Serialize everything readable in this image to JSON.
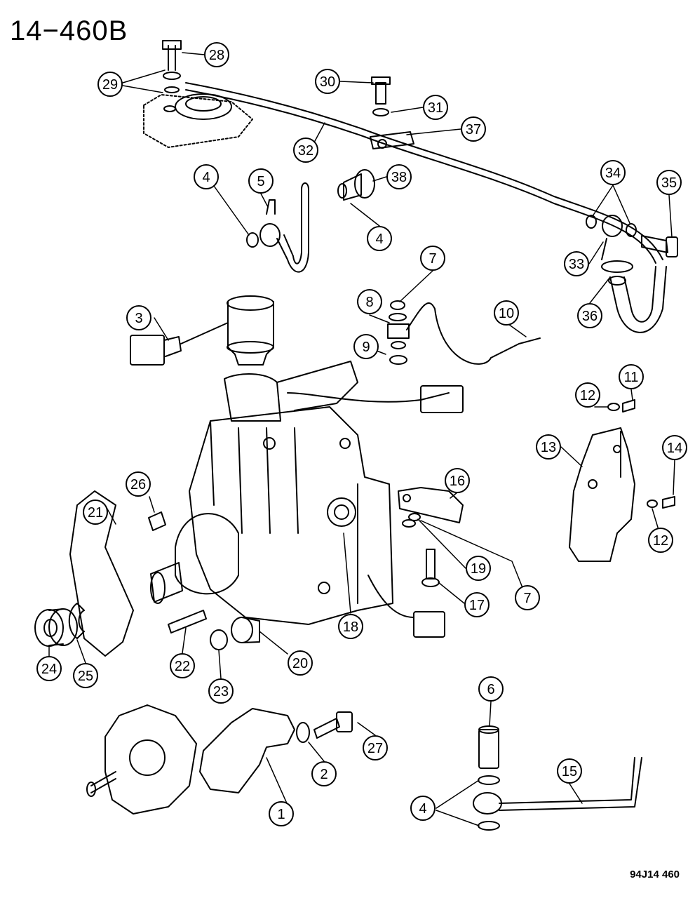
{
  "header": {
    "title": "14−460B"
  },
  "footer": {
    "code": "94J14  460"
  },
  "callouts": [
    "28",
    "29",
    "30",
    "31",
    "37",
    "32",
    "34",
    "35",
    "4",
    "5",
    "38",
    "4",
    "33",
    "36",
    "3",
    "7",
    "8",
    "10",
    "9",
    "12",
    "11",
    "13",
    "14",
    "12",
    "26",
    "16",
    "21",
    "19",
    "7",
    "17",
    "18",
    "24",
    "25",
    "22",
    "23",
    "20",
    "6",
    "27",
    "2",
    "15",
    "4",
    "1"
  ]
}
